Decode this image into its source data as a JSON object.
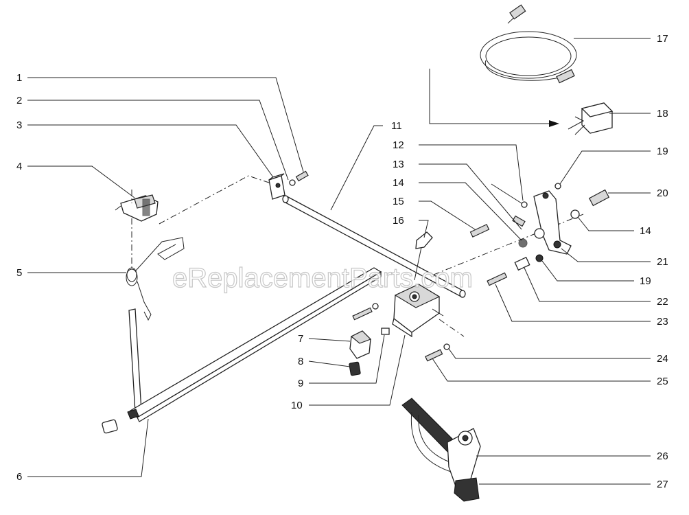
{
  "watermark": "eReplacementParts.com",
  "callouts": {
    "c1": "1",
    "c2": "2",
    "c3": "3",
    "c4": "4",
    "c5": "5",
    "c6": "6",
    "c7": "7",
    "c8": "8",
    "c9": "9",
    "c10": "10",
    "c11": "11",
    "c12": "12",
    "c13": "13",
    "c14a": "14",
    "c14b": "14",
    "c15": "15",
    "c16": "16",
    "c17": "17",
    "c18": "18",
    "c19a": "19",
    "c19b": "19",
    "c20": "20",
    "c21": "21",
    "c22": "22",
    "c23": "23",
    "c24": "24",
    "c25": "25",
    "c26": "26",
    "c27": "27"
  }
}
